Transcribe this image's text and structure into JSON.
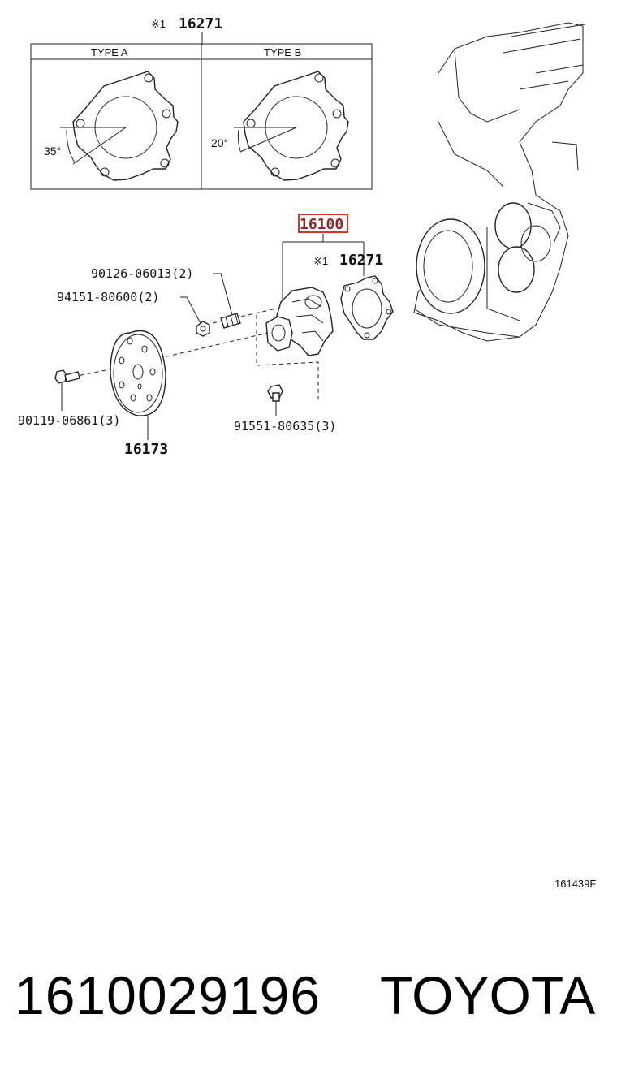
{
  "diagram": {
    "gasket_ref_top": "16271",
    "gasket_ref_side": "16271",
    "ref_mark": "※1",
    "type_a_label": "TYPE A",
    "type_b_label": "TYPE B",
    "type_a_angle": "35°",
    "type_b_angle": "20°",
    "pump_assembly": "16100",
    "stud_bolt": "90126-06013(2)",
    "nut": "94151-80600(2)",
    "pulley_bolt": "90119-06861(3)",
    "pulley": "16173",
    "pump_bolt": "91551-80635(3)",
    "diagram_code": "161439F"
  },
  "footer": {
    "part_number": "1610029196",
    "brand": "TOYOTA"
  },
  "colors": {
    "highlight_box": "#e0302a",
    "highlight_text": "#8a2b2b",
    "line": "#222222"
  }
}
